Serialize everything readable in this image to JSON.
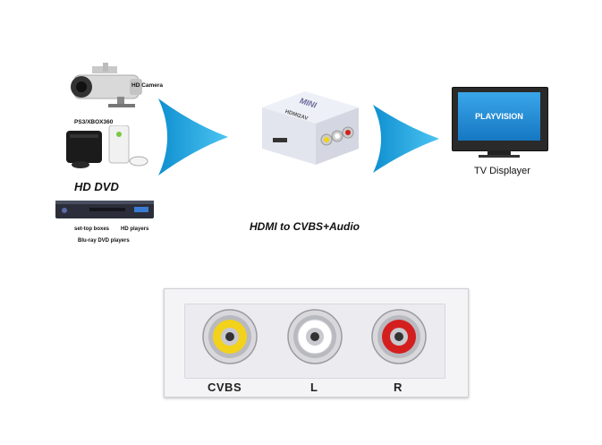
{
  "sources": {
    "hd_camera": "HD Camera",
    "consoles": "PS3/XBOX360",
    "hd_dvd_logo": "HD DVD",
    "settop": "set-top boxes",
    "hd_players": "HD players",
    "bluray": "Blu-ray DVD players"
  },
  "converter": {
    "brand": "MINI",
    "model": "HDMI2AV"
  },
  "tv": {
    "screen_text": "PLAYVISION",
    "label": "TV Displayer"
  },
  "caption": "HDMI to CVBS+Audio",
  "closeup": {
    "jacks": [
      {
        "label": "CVBS",
        "color": "#f2d21b"
      },
      {
        "label": "L",
        "color": "#ffffff"
      },
      {
        "label": "R",
        "color": "#d41f1f"
      }
    ]
  },
  "colors": {
    "arrow": "#1aa9e6",
    "tv_screen": "#1c8fd6"
  }
}
